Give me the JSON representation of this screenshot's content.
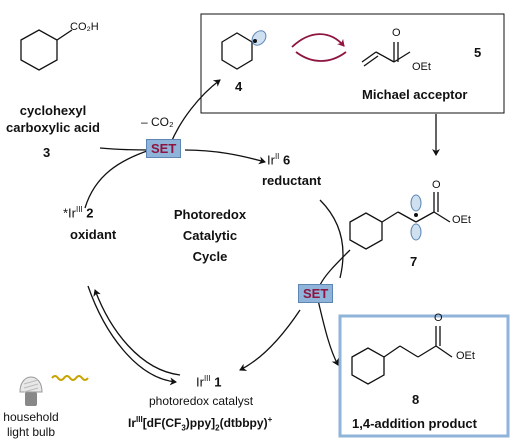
{
  "compounds": {
    "acid_group": "CO₂H",
    "acid_name_line1": "cyclohexyl",
    "acid_name_line2": "carboxylic acid",
    "acid_number": "3",
    "radical_number": "4",
    "ester_label": "OEt",
    "acceptor_number": "5",
    "acceptor_name": "Michael acceptor",
    "adduct_radical_number": "7",
    "product_number": "8",
    "product_name": "1,4-addition product",
    "carbonyl_o": "O"
  },
  "cycle": {
    "co2_loss": "– CO₂",
    "set_label": "SET",
    "reductant_species": "Ir",
    "reductant_ox": "II",
    "reductant_number": "6",
    "reductant_role": "reductant",
    "oxidant_prefix": "*Ir",
    "oxidant_ox": "III",
    "oxidant_number": "2",
    "oxidant_role": "oxidant",
    "center_line1": "Photoredox",
    "center_line2": "Catalytic",
    "center_line3": "Cycle",
    "catalyst_species": "Ir",
    "catalyst_ox": "III",
    "catalyst_number": "1",
    "catalyst_role": "photoredox catalyst",
    "catalyst_formula_a": "Ir",
    "catalyst_formula_ox": "III",
    "catalyst_formula_b": "[dF(CF",
    "catalyst_formula_sub3": "3",
    "catalyst_formula_c": ")ppy]",
    "catalyst_formula_sub2": "2",
    "catalyst_formula_d": "(dtbbpy)",
    "catalyst_formula_charge": "+"
  },
  "light": {
    "line1": "household",
    "line2": "light bulb"
  },
  "colors": {
    "accent_red": "#8e1540",
    "set_fill": "#8fb3d9",
    "product_box": "#8fb3d9"
  }
}
